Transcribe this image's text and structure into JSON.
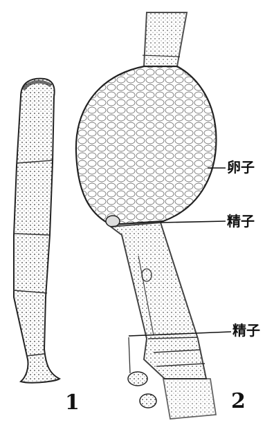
{
  "figure": {
    "labels": {
      "egg": "卵子",
      "sperm_upper": "精子",
      "sperm_lower": "精子"
    },
    "numbers": {
      "panel1": "1",
      "panel2": "2"
    }
  }
}
